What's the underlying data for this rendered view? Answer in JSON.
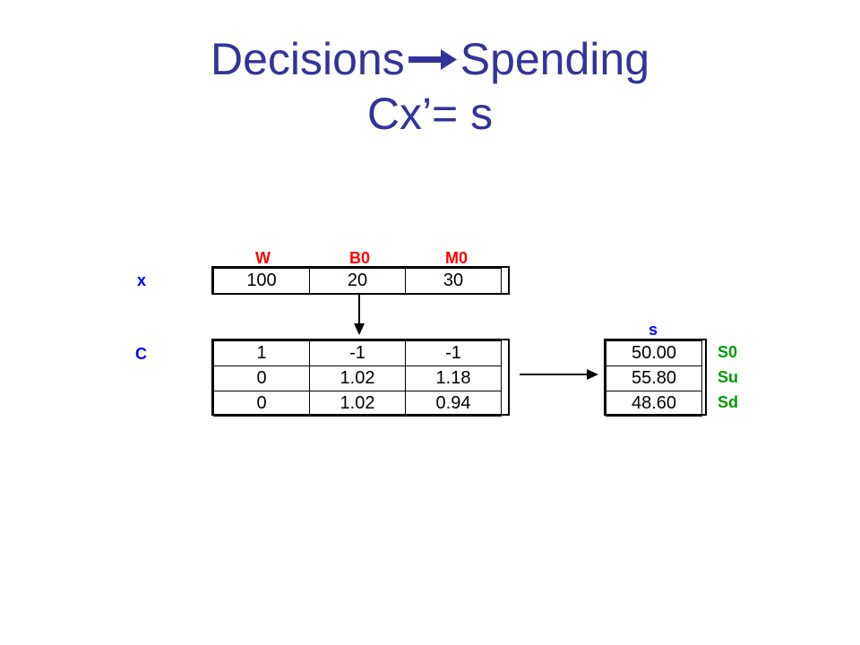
{
  "title": {
    "left": "Decisions",
    "right": "Spending",
    "equation": "Cx’= s"
  },
  "x_vector": {
    "row_label": "x",
    "headers": [
      "W",
      "B0",
      "M0"
    ],
    "values": [
      "100",
      "20",
      "30"
    ]
  },
  "c_matrix": {
    "row_label": "C",
    "rows": [
      [
        "1",
        "-1",
        "-1"
      ],
      [
        "0",
        "1.02",
        "1.18"
      ],
      [
        "0",
        "1.02",
        "0.94"
      ]
    ]
  },
  "s_vector": {
    "header": "s",
    "values": [
      "50.00",
      "55.80",
      "48.60"
    ],
    "row_labels": [
      "S0",
      "Su",
      "Sd"
    ]
  },
  "colors": {
    "title": "#333399",
    "header_red": "#ff0000",
    "label_blue": "#0000ff",
    "label_green": "#009900"
  }
}
